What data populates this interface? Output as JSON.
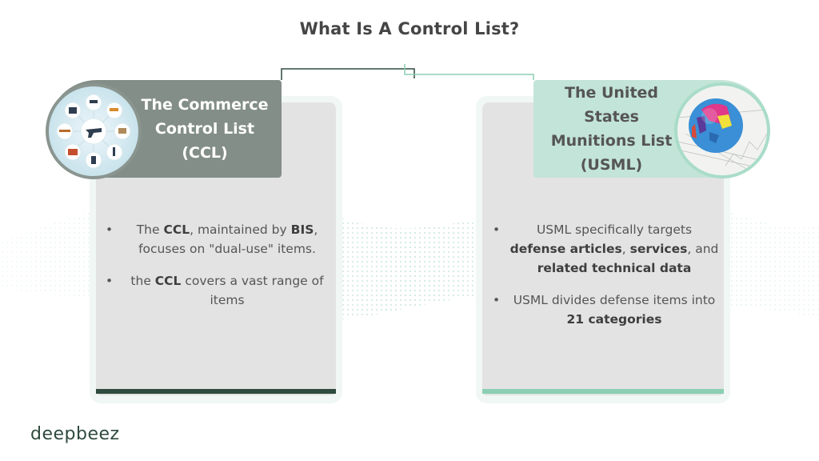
{
  "title": "What Is A Control List?",
  "colors": {
    "ccl_accent": "#2f4a3e",
    "usml_accent": "#8ccfb3",
    "ccl_header_bg": "#838e88",
    "usml_header_bg": "#c3e4d8",
    "card_bg": "#e3e3e3"
  },
  "ccl": {
    "header": "The Commerce Control List (CCL)",
    "icon": "weapons-categories-wheel-image",
    "bullets": [
      {
        "parts": [
          {
            "t": "The "
          },
          {
            "t": "CCL",
            "b": true
          },
          {
            "t": ", maintained by "
          },
          {
            "t": "BIS",
            "b": true
          },
          {
            "t": ", focuses on \"dual-use\" items."
          }
        ]
      },
      {
        "parts": [
          {
            "t": "the "
          },
          {
            "t": "CCL",
            "b": true
          },
          {
            "t": " covers a vast range of items"
          }
        ]
      }
    ]
  },
  "usml": {
    "header": "The United States Munitions List (USML)",
    "icon": "globe-image",
    "bullets": [
      {
        "parts": [
          {
            "t": "USML specifically targets "
          },
          {
            "t": "defense articles",
            "b": true
          },
          {
            "t": ", "
          },
          {
            "t": "services",
            "b": true
          },
          {
            "t": ", and "
          },
          {
            "t": "related technical data",
            "b": true
          }
        ]
      },
      {
        "parts": [
          {
            "t": "USML divides defense items into "
          },
          {
            "t": "21 categories",
            "b": true
          }
        ]
      }
    ]
  },
  "logo": "deepbeez"
}
